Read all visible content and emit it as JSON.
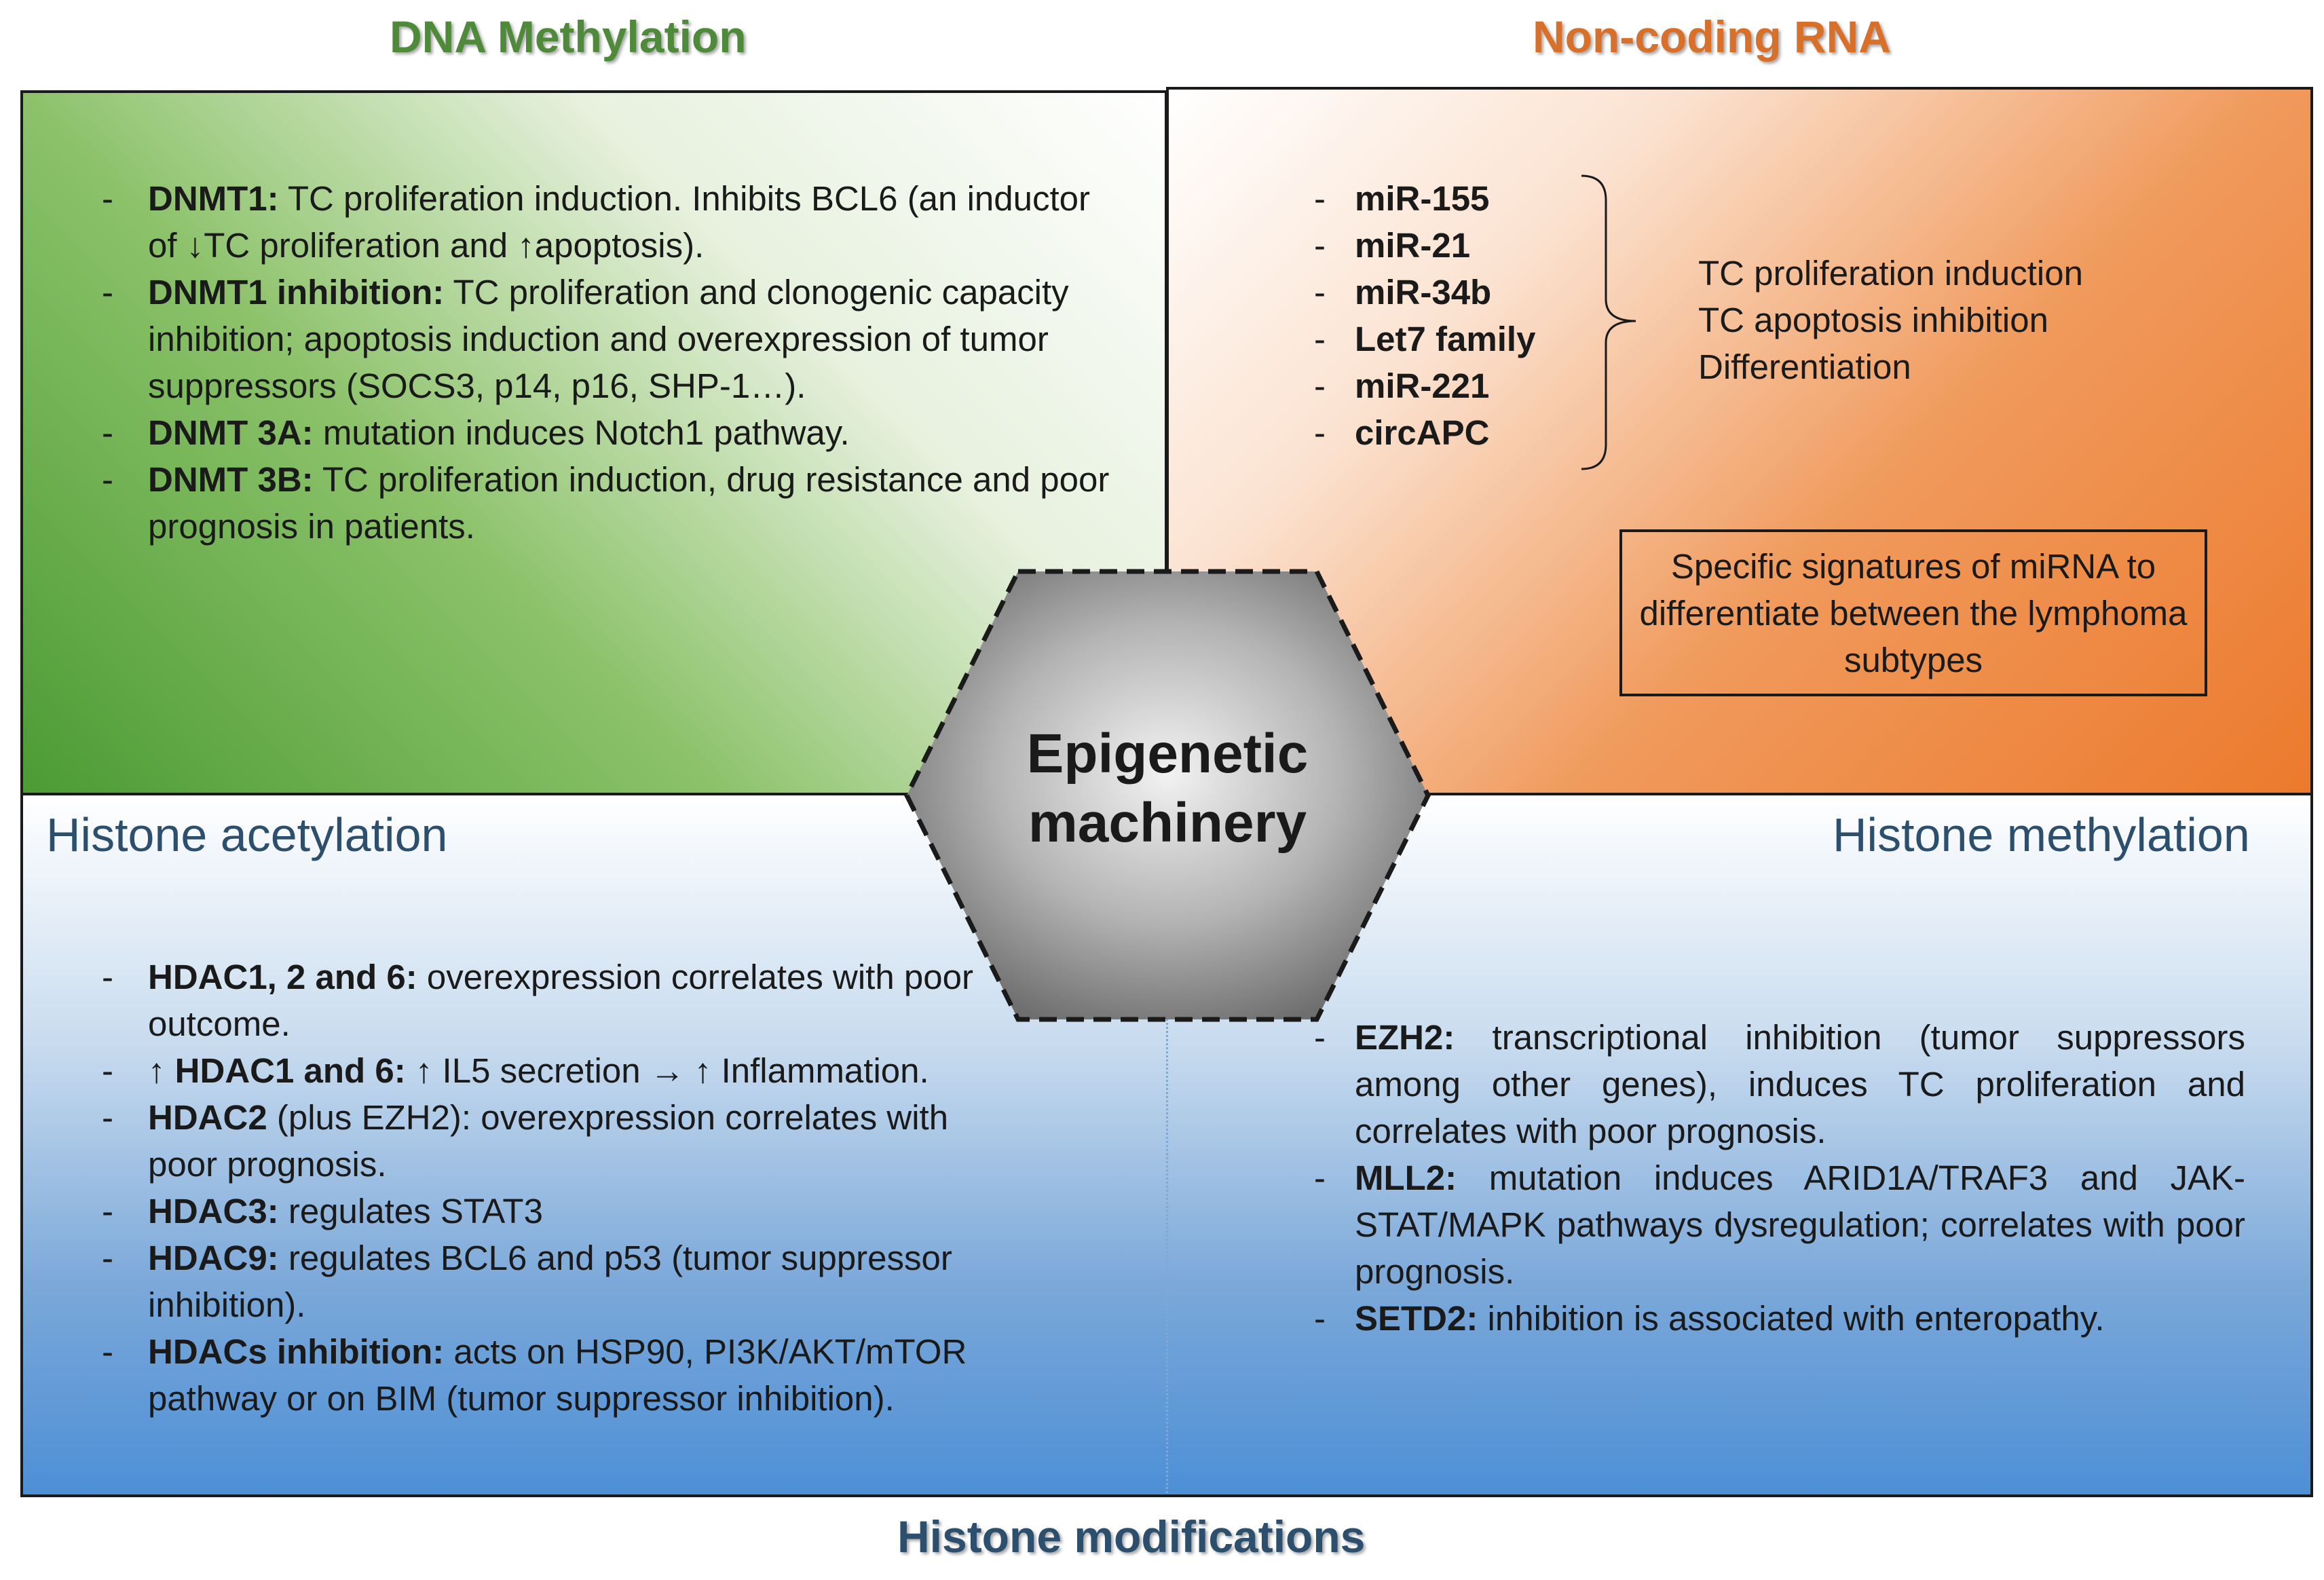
{
  "headings": {
    "dna_methylation": "DNA Methylation",
    "non_coding_rna": "Non-coding RNA",
    "histone_modifications": "Histone modifications"
  },
  "center": {
    "line1": "Epigenetic",
    "line2": "machinery"
  },
  "dna_methylation": {
    "items": [
      {
        "bold": "DNMT1:",
        "text": " TC proliferation induction. Inhibits BCL6 (an inductor of ↓TC proliferation and ↑apoptosis)."
      },
      {
        "bold": "DNMT1 inhibition:",
        "text": "  TC proliferation and clonogenic capacity inhibition; apoptosis induction and overexpression of tumor suppressors (SOCS3, p14, p16, SHP-1…)."
      },
      {
        "bold": "DNMT 3A:",
        "text": " mutation induces Notch1 pathway."
      },
      {
        "bold": "DNMT 3B:",
        "text": " TC proliferation induction, drug resistance and poor prognosis in patients."
      }
    ]
  },
  "non_coding_rna": {
    "mirnas": [
      "miR-155",
      "miR-21",
      "miR-34b",
      "Let7 family",
      "miR-221",
      "circAPC"
    ],
    "effects": [
      "TC proliferation induction",
      "TC apoptosis inhibition",
      "Differentiation"
    ],
    "signature_box": "Specific signatures of miRNA to differentiate between the lymphoma subtypes"
  },
  "histone_acetylation": {
    "title": "Histone acetylation",
    "items": [
      {
        "prefix": "",
        "bold": "HDAC1, 2 and 6:",
        "text": " overexpression correlates with poor outcome."
      },
      {
        "prefix": "↑ ",
        "bold": "HDAC1 and 6:",
        "text": " ↑ IL5 secretion → ↑ Inflammation."
      },
      {
        "prefix": "",
        "bold": "HDAC2",
        "text": " (plus EZH2): overexpression correlates with poor prognosis."
      },
      {
        "prefix": "",
        "bold": "HDAC3:",
        "text": " regulates STAT3"
      },
      {
        "prefix": "",
        "bold": "HDAC9:",
        "text": " regulates BCL6 and p53 (tumor suppressor inhibition)."
      },
      {
        "prefix": "",
        "bold": "HDACs inhibition:",
        "text": " acts on HSP90, PI3K/AKT/mTOR pathway or on BIM (tumor suppressor inhibition)."
      }
    ]
  },
  "histone_methylation": {
    "title": "Histone methylation",
    "items": [
      {
        "bold": "EZH2:",
        "text": " transcriptional inhibition (tumor suppressors among other genes), induces TC proliferation and correlates with poor prognosis."
      },
      {
        "bold": "MLL2:",
        "text": " mutation induces ARID1A/TRAF3 and JAK-STAT/MAPK pathways dysregulation; correlates with poor prognosis."
      },
      {
        "bold": "SETD2:",
        "text": " inhibition is associated with enteropathy."
      }
    ]
  },
  "colors": {
    "green_heading": "#4e8a3a",
    "orange_heading": "#d9702a",
    "blue_heading": "#2c4f6e",
    "green_fill": "#4c9b35",
    "orange_fill": "#ec7a2d",
    "blue_fill": "#4d8fd6",
    "hexagon_fill": "#9a9a9a"
  }
}
